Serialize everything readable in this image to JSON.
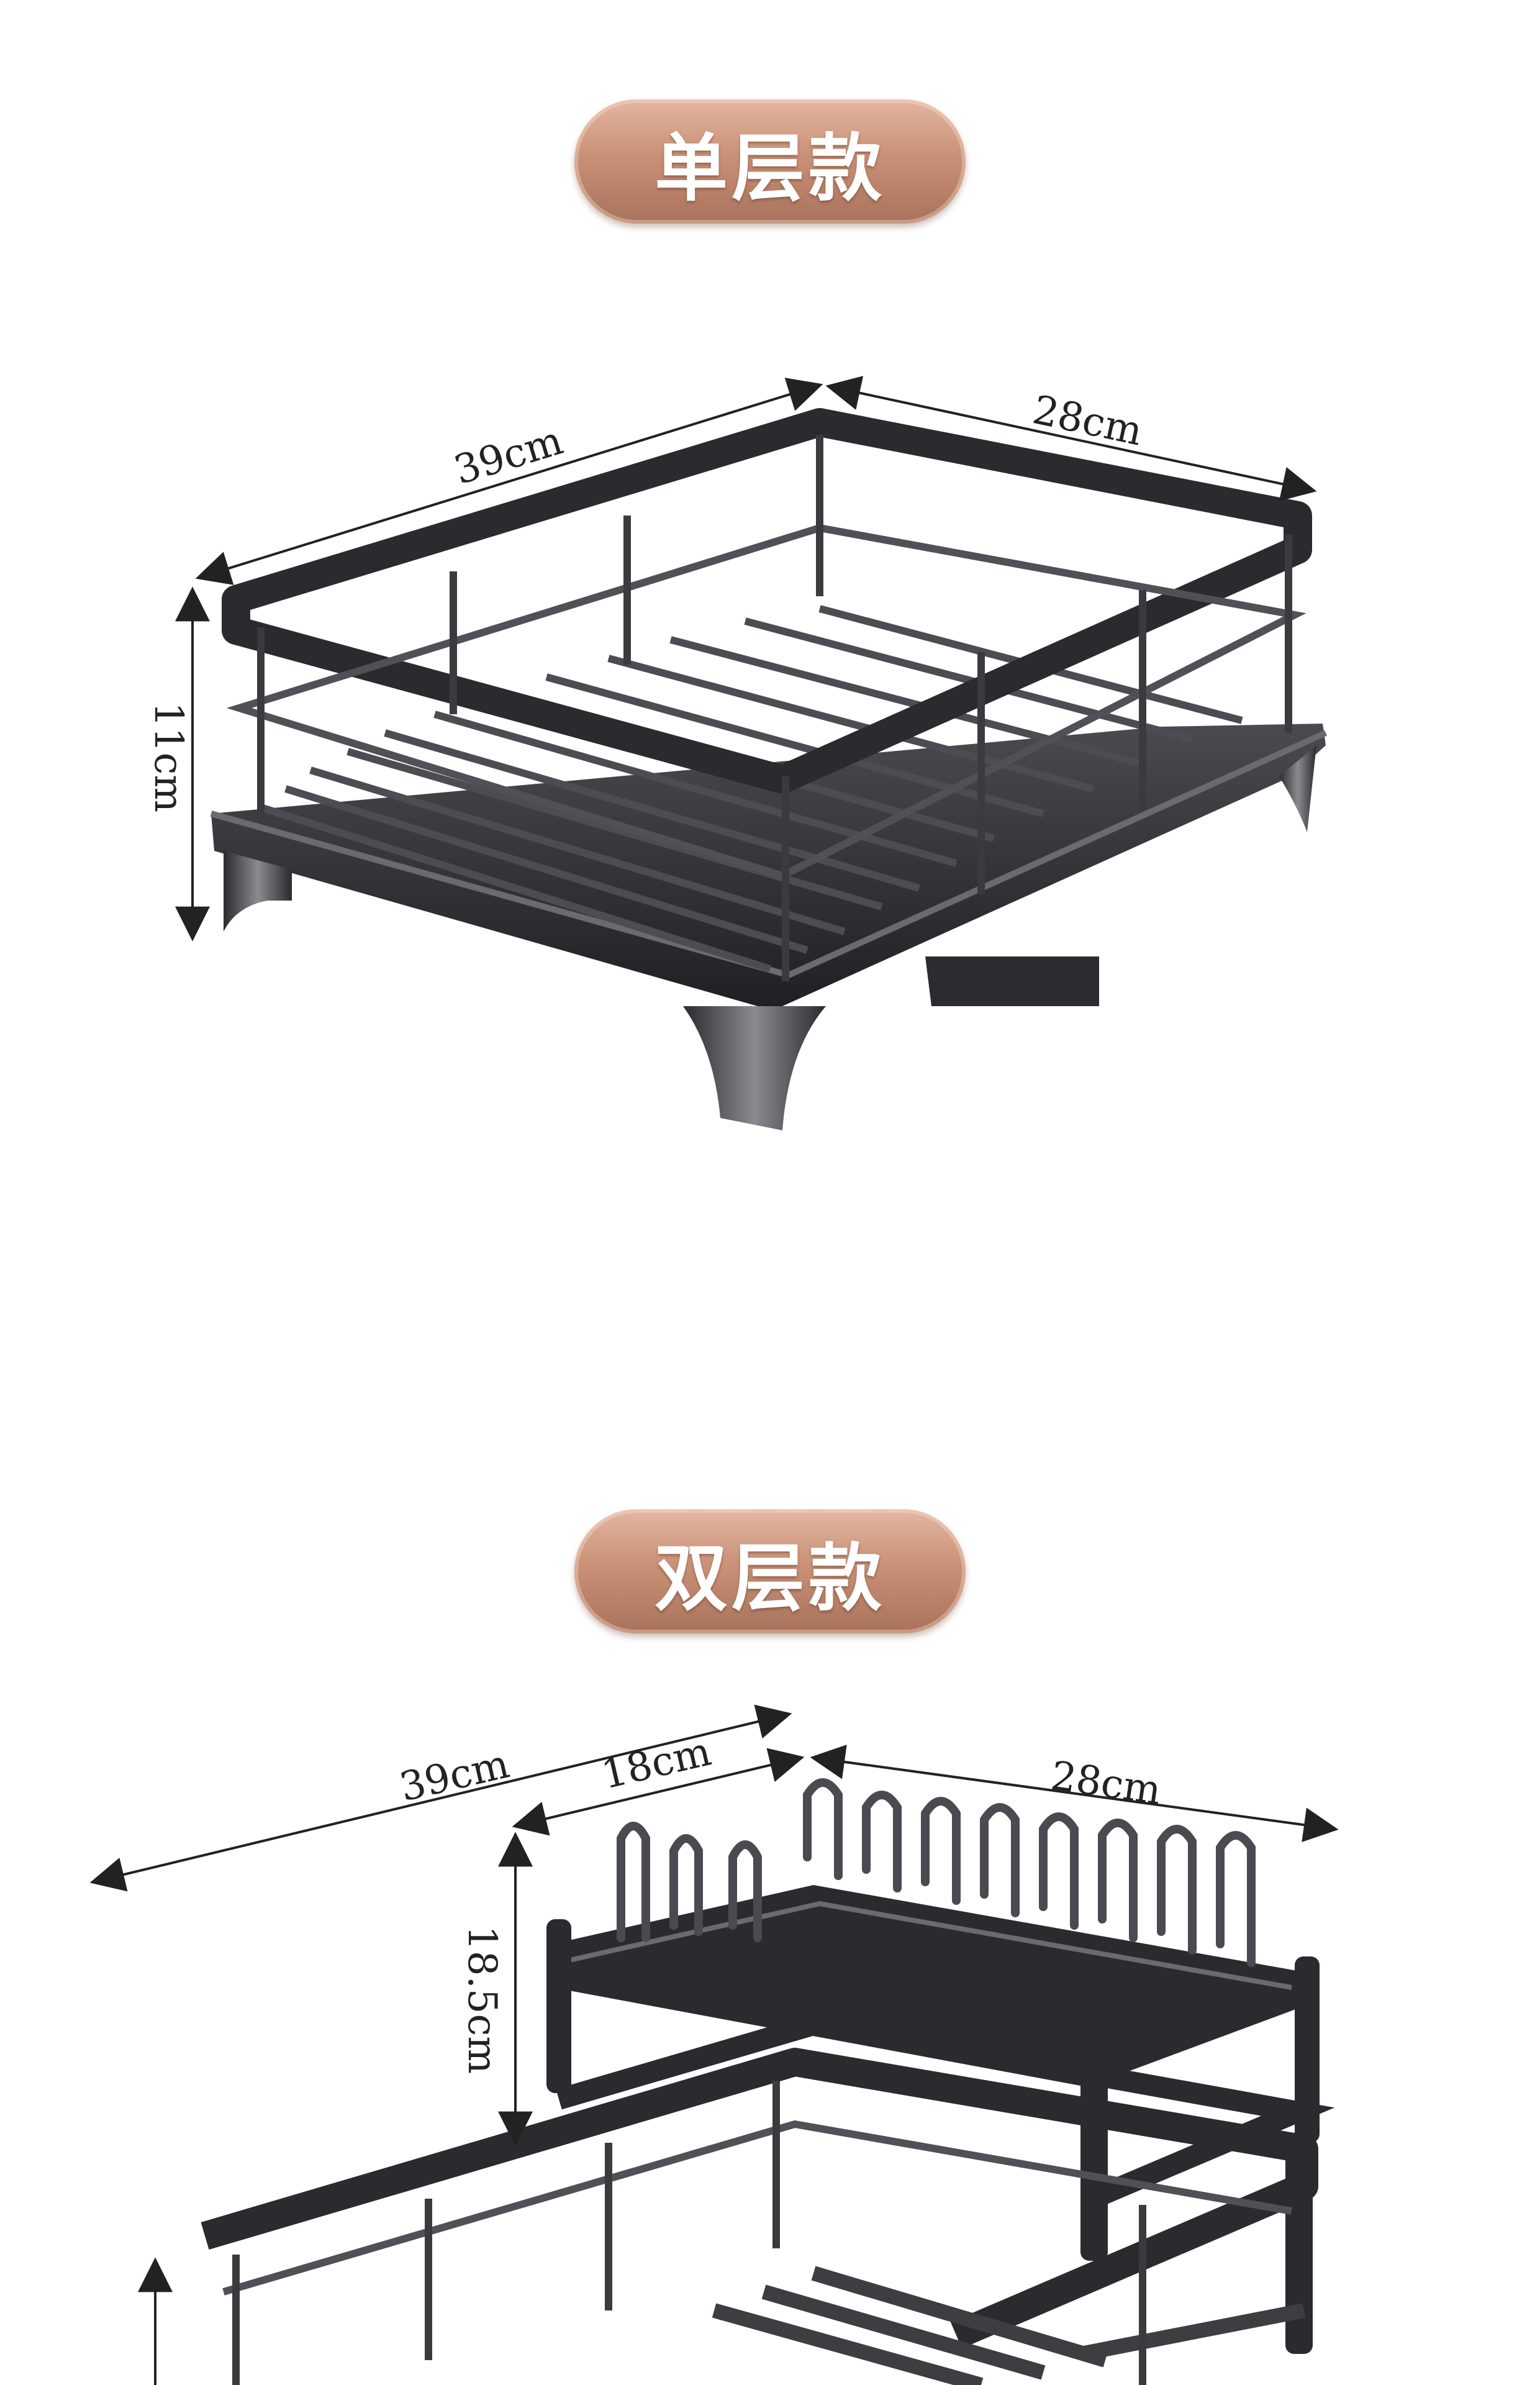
{
  "sections": [
    {
      "title": "单层款",
      "dims": {
        "length": "39cm",
        "width": "28cm",
        "height": "11cm"
      }
    },
    {
      "title": "双层款",
      "dims": {
        "length": "39cm",
        "upper_length": "18cm",
        "width": "28cm",
        "height": "18.5cm"
      }
    }
  ],
  "colors": {
    "pill": "#c99177",
    "rack": "#3a3b3e",
    "frame_dark": "#2a2b2e"
  }
}
